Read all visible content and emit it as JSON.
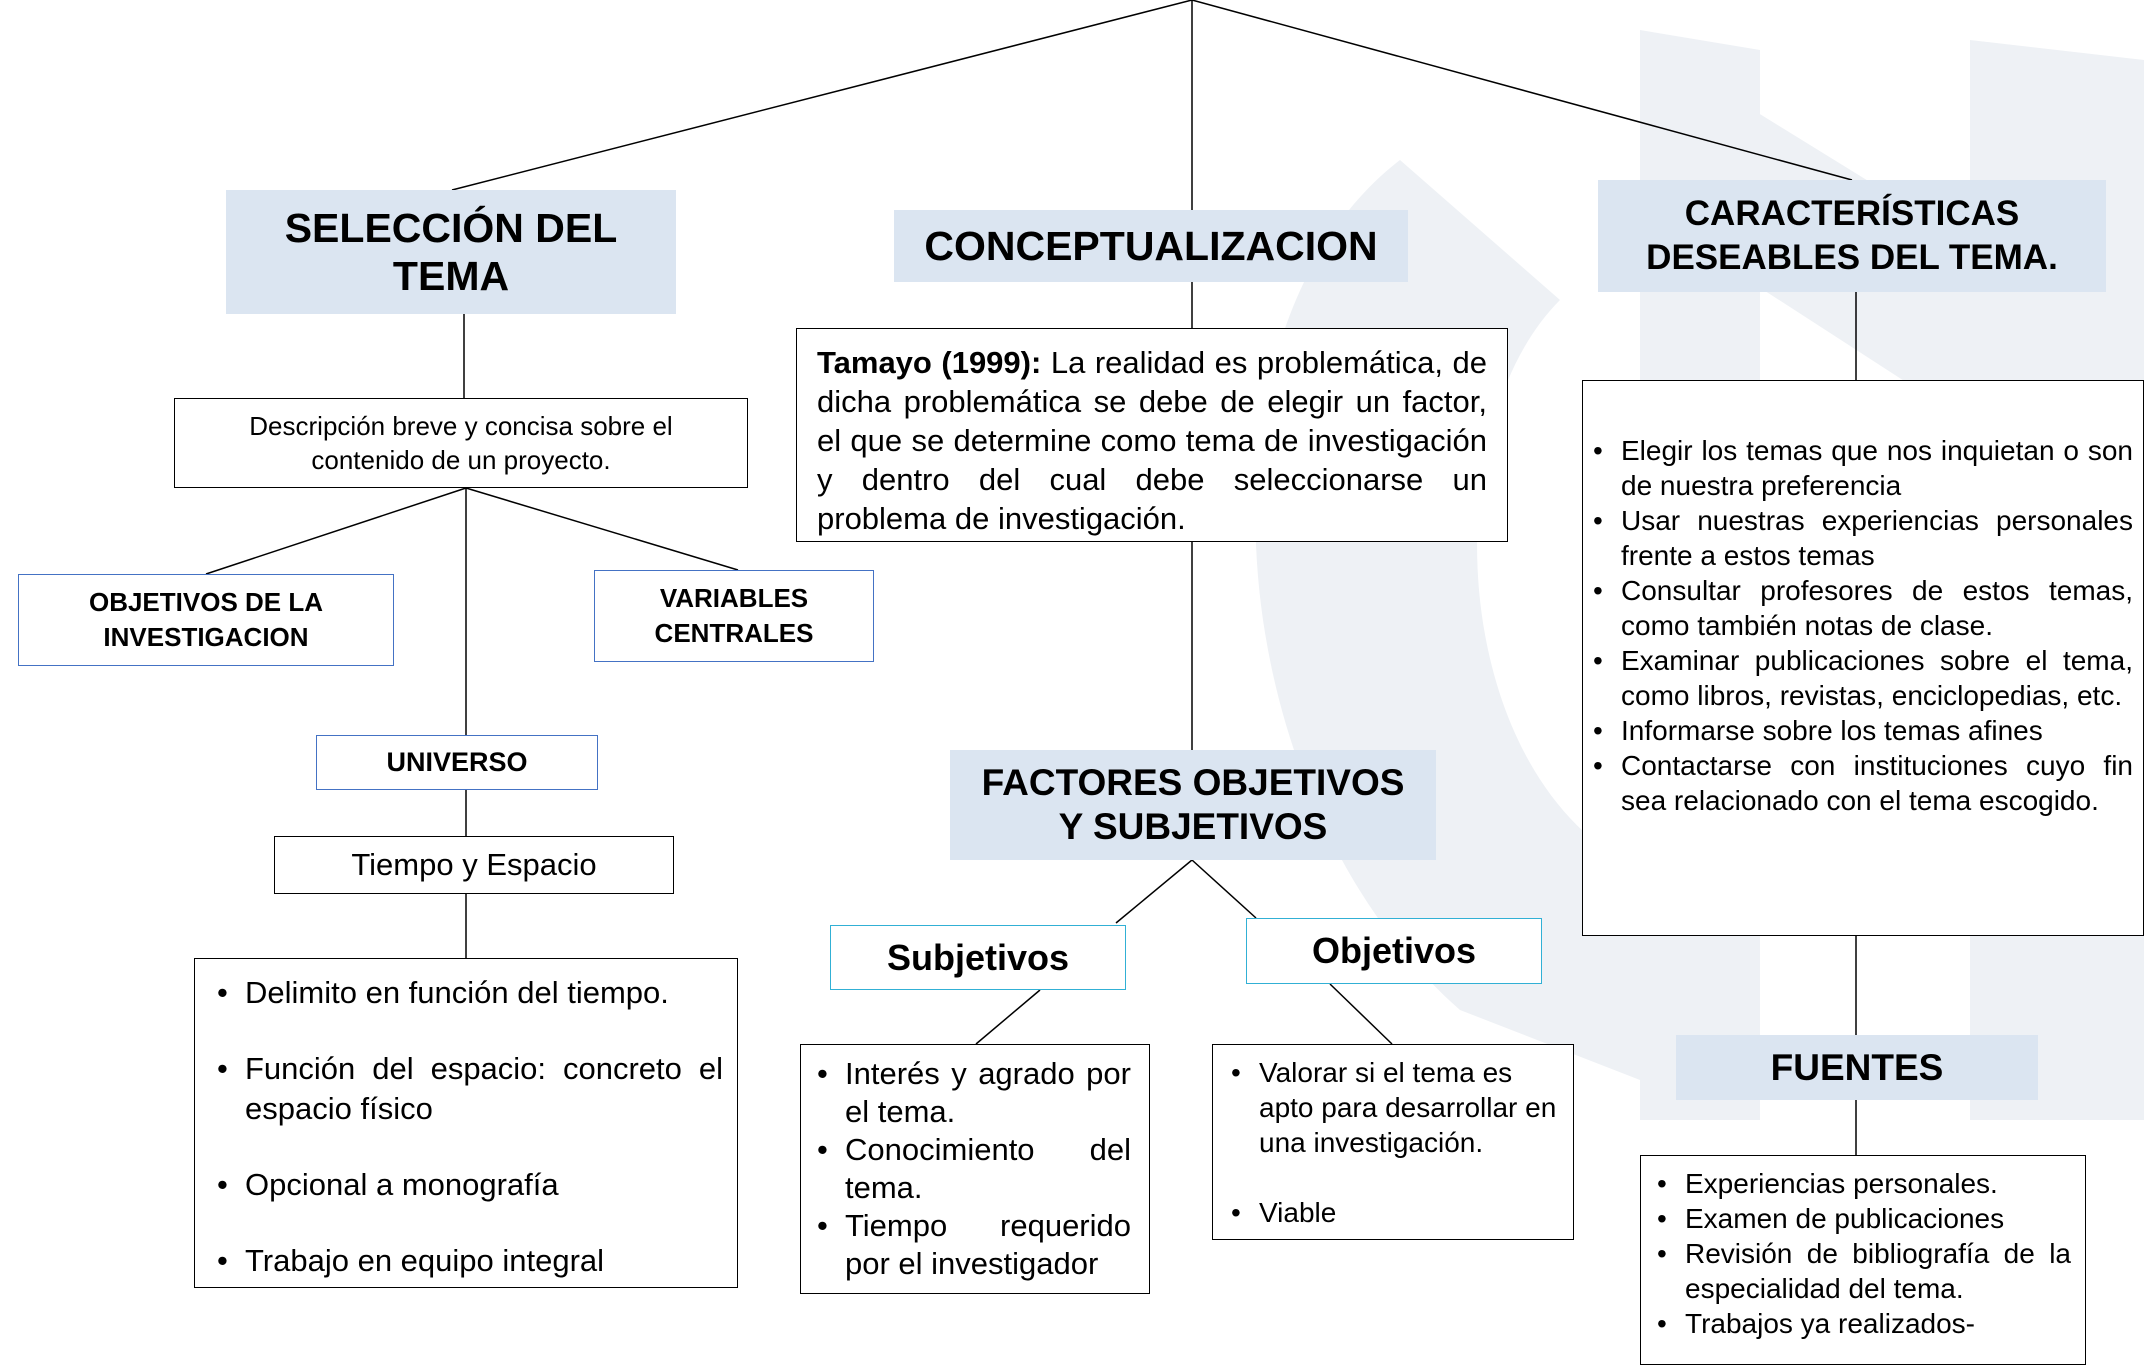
{
  "seleccion": {
    "title": "SELECCIÓN DEL TEMA",
    "descripcion": "Descripción breve y concisa sobre el contenido de un proyecto.",
    "objetivos": "OBJETIVOS DE LA INVESTIGACION",
    "variables": "VARIABLES CENTRALES",
    "universo": "UNIVERSO",
    "tiempo_espacio": "Tiempo y Espacio",
    "items": [
      "Delimito en función del tiempo.",
      "Función del espacio: concreto el espacio físico",
      " Opcional a monografía",
      "Trabajo en equipo integral"
    ]
  },
  "conceptualizacion": {
    "title": "CONCEPTUALIZACION",
    "cita_autor": "Tamayo (1999):",
    "cita_texto": " La realidad es problemática, de dicha problemática se debe de elegir un factor, el que se determine como tema de investigación y dentro del cual debe seleccionarse un problema de investigación.",
    "factores_title": "FACTORES OBJETIVOS Y SUBJETIVOS",
    "subjetivos_title": "Subjetivos",
    "objetivos_title": "Objetivos",
    "subjetivos_items": [
      "Interés y agrado por el tema.",
      "Conocimiento del tema.",
      "Tiempo requerido por el investigador"
    ],
    "objetivos_items": [
      "Valorar si el tema es apto para desarrollar en una investigación.",
      "Viable"
    ]
  },
  "caracteristicas": {
    "title": "CARACTERÍSTICAS DESEABLES DEL TEMA.",
    "items": [
      " Elegir los temas que nos inquietan o son de nuestra preferencia",
      "Usar nuestras experiencias personales frente a estos temas",
      "Consultar profesores de estos temas, como también notas de clase.",
      "Examinar publicaciones sobre el tema, como libros, revistas, enciclopedias, etc.",
      "Informarse sobre los temas afines",
      "Contactarse con instituciones cuyo fin sea relacionado con el tema escogido."
    ]
  },
  "fuentes": {
    "title": "FUENTES",
    "items": [
      "Experiencias personales.",
      "Examen de publicaciones",
      "Revisión de bibliografía de la especialidad del tema.",
      "Trabajos ya realizados-"
    ]
  },
  "colors": {
    "header_fill": "#dbe5f1",
    "blue_border": "#4472c4",
    "cyan_border": "#31b0d5",
    "watermark": "#eef1f5"
  }
}
